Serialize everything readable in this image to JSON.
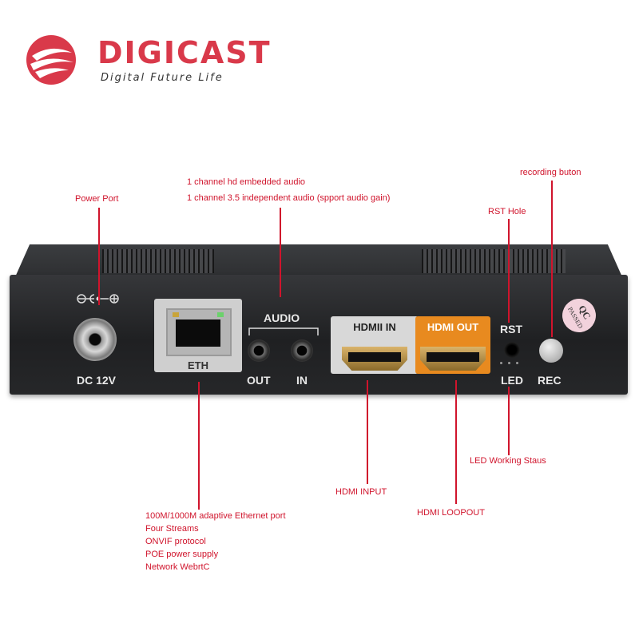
{
  "brand": {
    "name": "DIGICAST",
    "tagline": "Digital Future Life"
  },
  "annotations": {
    "power_port": "Power Port",
    "audio_line1": "1 channel hd embedded audio",
    "audio_line2": "1 channel 3.5 independent audio (spport audio gain)",
    "recording_button": "recording buton",
    "rst_hole": "RST Hole",
    "led_status": "LED Working Staus",
    "hdmi_input": "HDMI INPUT",
    "hdmi_loopout": "HDMI LOOPOUT",
    "ethernet": [
      "100M/1000M adaptive Ethernet port",
      "Four Streams",
      "ONVIF protocol",
      "POE power supply",
      "Network WebrtC"
    ]
  },
  "panel": {
    "dc_label": "DC 12V",
    "eth_label": "ETH",
    "audio_label": "AUDIO",
    "out_label": "OUT",
    "in_label": "IN",
    "hdmi_in_label": "HDMII IN",
    "hdmi_out_label": "HDMI OUT",
    "rst_label": "RST",
    "led_label": "LED",
    "rec_label": "REC",
    "qc_line1": "QC",
    "qc_line2": "PASSED"
  },
  "colors": {
    "brand": "#d9394a",
    "annotation": "#d0142c",
    "hdmi_out_accent": "#e88a1f"
  }
}
